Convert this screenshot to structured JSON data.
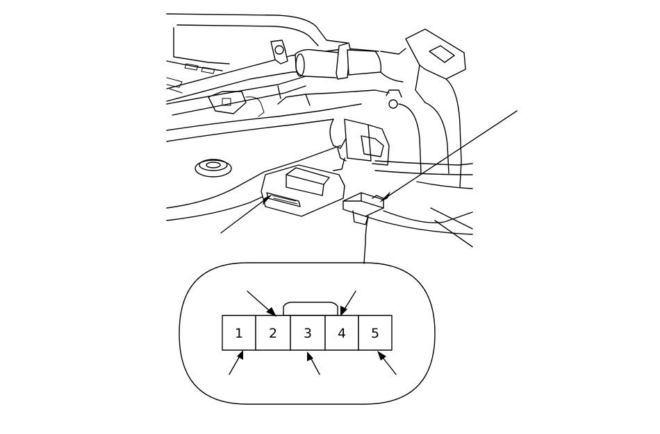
{
  "connector": {
    "terminals": [
      {
        "number": "1"
      },
      {
        "number": "2"
      },
      {
        "number": "3"
      },
      {
        "number": "4"
      },
      {
        "number": "5"
      }
    ]
  }
}
